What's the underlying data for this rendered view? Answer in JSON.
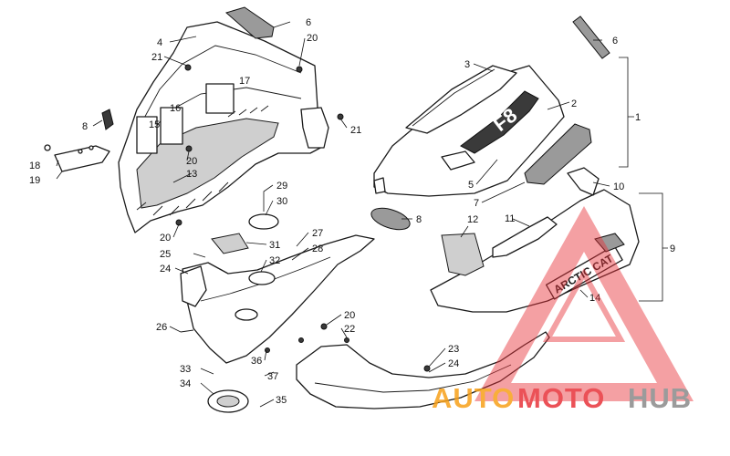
{
  "callouts": {
    "c1": "1",
    "c2": "2",
    "c3": "3",
    "c4": "4",
    "c5": "5",
    "c6a": "6",
    "c6b": "6",
    "c7": "7",
    "c8a": "8",
    "c8b": "8",
    "c9": "9",
    "c10": "10",
    "c11": "11",
    "c12": "12",
    "c13": "13",
    "c14": "14",
    "c15": "15",
    "c16": "16",
    "c17": "17",
    "c18": "18",
    "c19": "19",
    "c20a": "20",
    "c20b": "20",
    "c20c": "20",
    "c20d": "20",
    "c21a": "21",
    "c21b": "21",
    "c22": "22",
    "c23": "23",
    "c24a": "24",
    "c24b": "24",
    "c25": "25",
    "c26": "26",
    "c27": "27",
    "c28": "28",
    "c29": "29",
    "c30": "30",
    "c31": "31",
    "c32": "32",
    "c33": "33",
    "c34": "34",
    "c35": "35",
    "c36": "36",
    "c37": "37"
  },
  "decals": {
    "hood_logo": "F8",
    "brand": "ARCTIC CAT"
  },
  "watermark": {
    "word_auto": "AUTO",
    "word_moto": "MOTO",
    "word_hub": "HUB",
    "color_orange": "#f7a11a",
    "color_red": "#e8333a",
    "color_gray": "#8a8a8a"
  }
}
